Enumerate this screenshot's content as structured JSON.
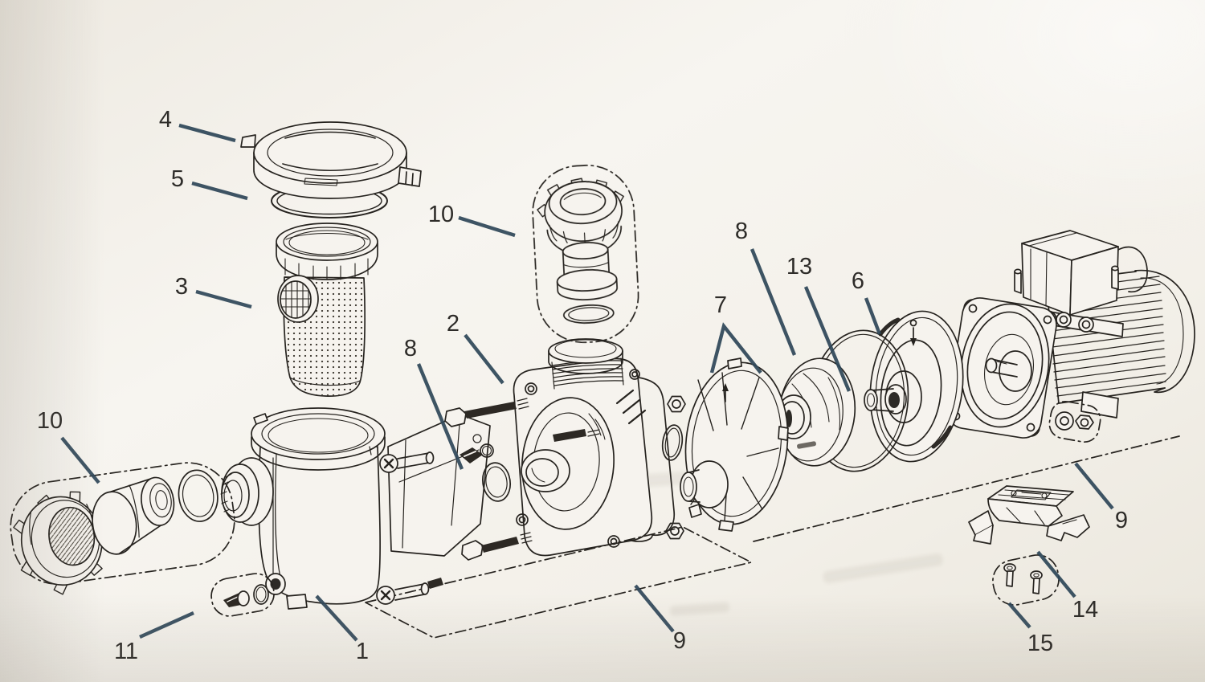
{
  "figure": {
    "type": "exploded-parts-diagram",
    "colors": {
      "paper": "#f6f3ee",
      "ink": "#26231f",
      "leader_line": "#2f4759",
      "label_text": "#2e2c29"
    },
    "part_numbers_visible": [
      "1",
      "2",
      "3",
      "4",
      "5",
      "6",
      "7",
      "8",
      "9",
      "10",
      "11",
      "13",
      "14",
      "15"
    ],
    "callouts": {
      "n1": {
        "label": "1"
      },
      "n2": {
        "label": "2"
      },
      "n3": {
        "label": "3"
      },
      "n4": {
        "label": "4"
      },
      "n5": {
        "label": "5"
      },
      "n6": {
        "label": "6"
      },
      "n7": {
        "label": "7"
      },
      "n8_bolts": {
        "label": "8"
      },
      "n8_seal": {
        "label": "8"
      },
      "n9_pump_hardware": {
        "label": "9"
      },
      "n9_motor_hardware": {
        "label": "9"
      },
      "n10_union_top": {
        "label": "10"
      },
      "n10_union_left": {
        "label": "10"
      },
      "n11": {
        "label": "11"
      },
      "n13": {
        "label": "13"
      },
      "n14": {
        "label": "14"
      },
      "n15": {
        "label": "15"
      }
    }
  }
}
